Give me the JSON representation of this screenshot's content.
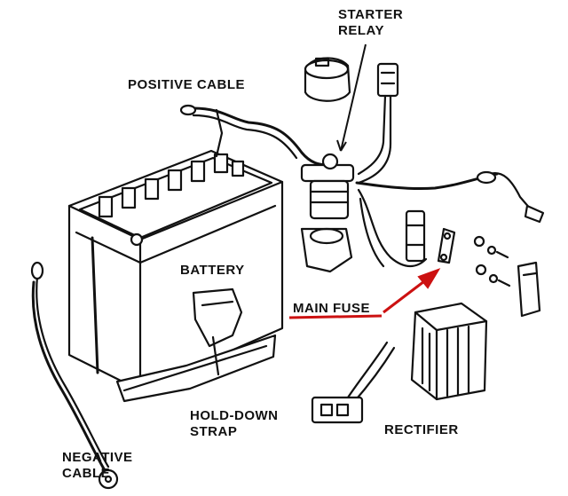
{
  "labels": {
    "starter_relay": [
      "STARTER",
      "RELAY"
    ],
    "positive_cable": "POSITIVE CABLE",
    "battery": "BATTERY",
    "main_fuse": "MAIN FUSE",
    "hold_down_strap": [
      "HOLD-DOWN",
      "STRAP"
    ],
    "rectifier": "RECTIFIER",
    "negative_cable": [
      "NEGATIVE",
      "CABLE"
    ]
  },
  "colors": {
    "line": "#111111",
    "highlight": "#cc1111",
    "background": "#ffffff"
  }
}
